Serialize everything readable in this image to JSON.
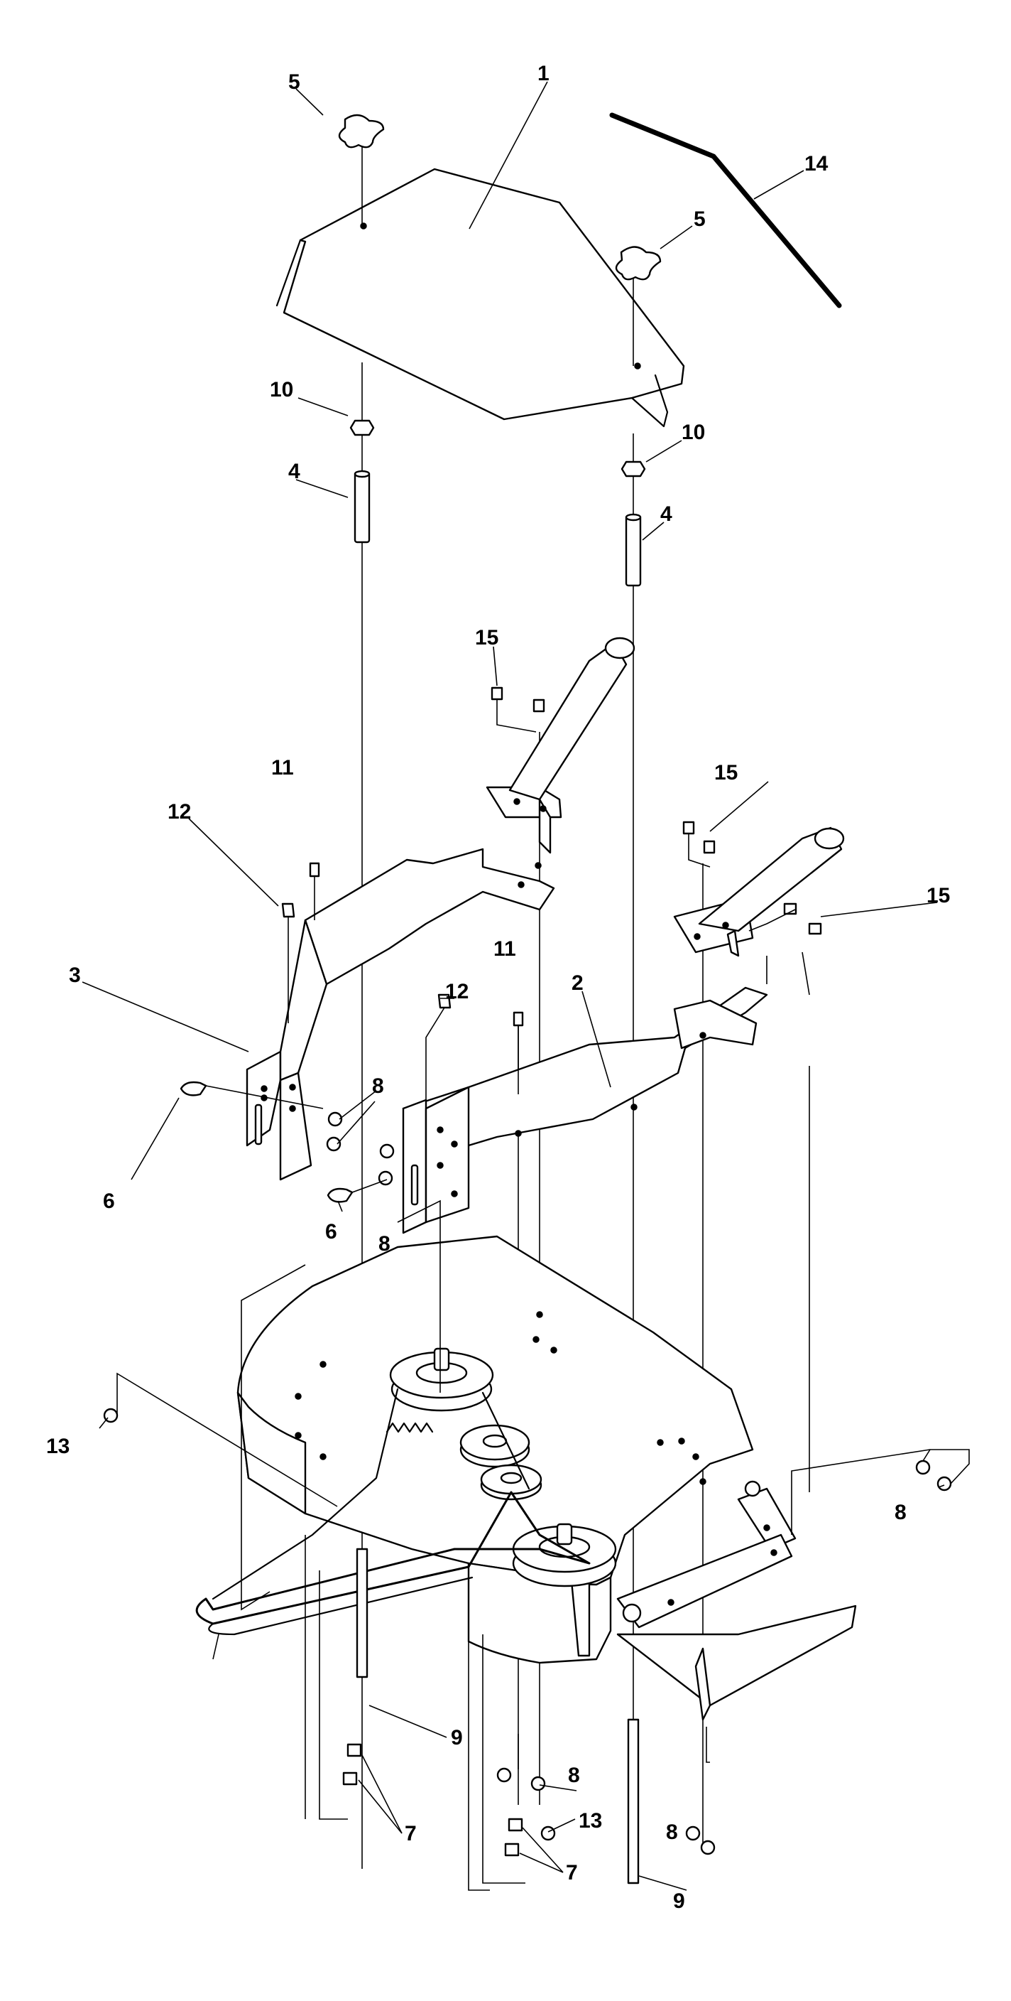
{
  "callouts": {
    "c1": "1",
    "c2": "2",
    "c3": "3",
    "c4a": "4",
    "c4b": "4",
    "c5a": "5",
    "c5b": "5",
    "c6a": "6",
    "c6b": "6",
    "c7a": "7",
    "c7b": "7",
    "c8a": "8",
    "c8b": "8",
    "c8c": "8",
    "c8d": "8",
    "c8e": "8",
    "c9a": "9",
    "c9b": "9",
    "c10a": "10",
    "c10b": "10",
    "c11a": "11",
    "c11b": "11",
    "c12a": "12",
    "c12b": "12",
    "c13a": "13",
    "c13b": "13",
    "c14": "14",
    "c15a": "15",
    "c15b": "15",
    "c15c": "15"
  },
  "colors": {
    "line": "#000000",
    "background": "#ffffff"
  }
}
